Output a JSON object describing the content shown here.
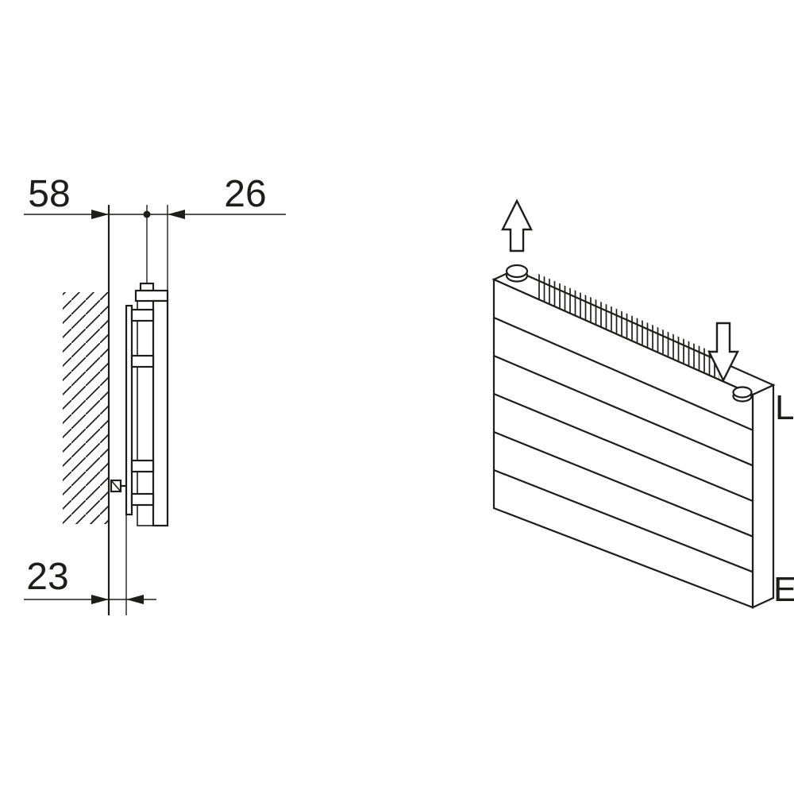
{
  "figure": {
    "type": "technical-line-drawing",
    "subject": "Panel radiator: wall-mounting side section with dimensions and isometric view with flow connections",
    "background_color": "#ffffff",
    "line_color": "#1d1d1b",
    "side_view": {
      "dim_wall_to_center": "58",
      "dim_center_to_front": "26",
      "dim_wall_to_bracket": "23"
    },
    "iso_view": {
      "connection_label_top": "L",
      "connection_label_bottom": "E",
      "flow_arrow_left": "up",
      "flow_arrow_right": "down"
    }
  }
}
